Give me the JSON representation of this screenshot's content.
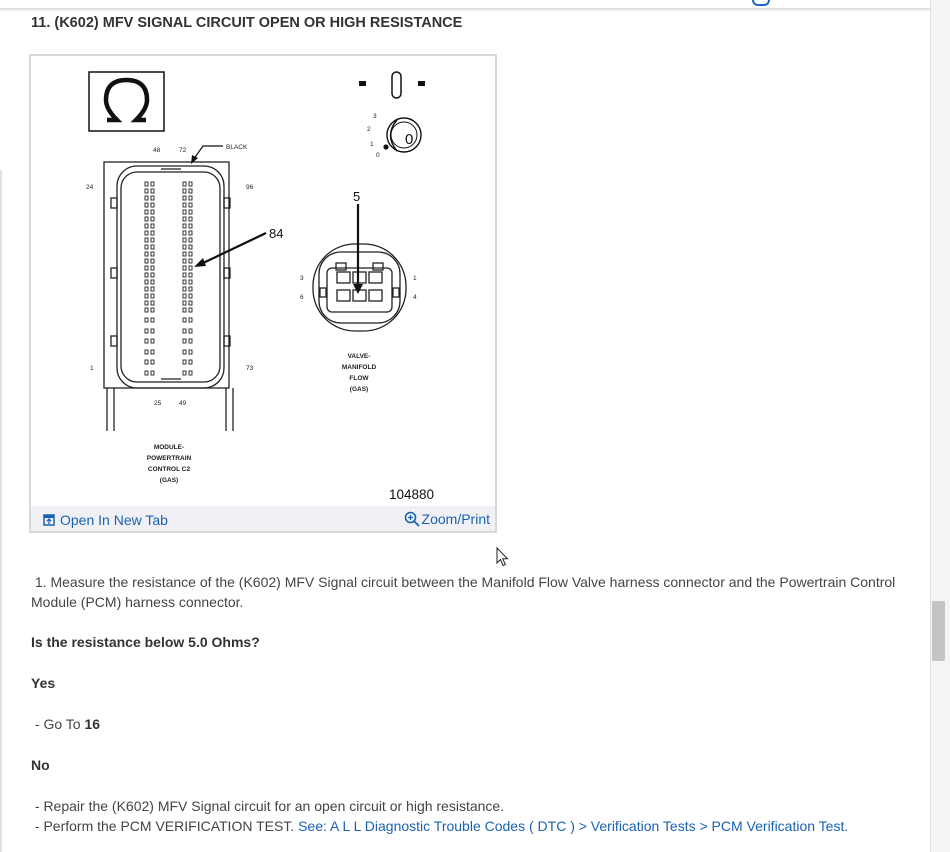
{
  "step": {
    "title": "11. (K602) MFV SIGNAL CIRCUIT OPEN OR HIGH RESISTANCE"
  },
  "figure": {
    "pcm_labels": {
      "pin48": "48",
      "pin72": "72",
      "black": "BLACK",
      "pin24": "24",
      "pin96": "96",
      "pin1": "1",
      "pin73": "73",
      "pin25": "25",
      "pin49": "49",
      "callout": "84"
    },
    "pcm_name": {
      "line1": "MODULE-",
      "line2": "POWERTRAIN",
      "line3": "CONTROL C2",
      "line4": "(GAS)"
    },
    "valve_labels": {
      "callout": "5",
      "pin3": "3",
      "pin6": "6",
      "pin1": "1",
      "pin4": "4"
    },
    "valve_name": {
      "line1": "VALVE-",
      "line2": "MANIFOLD",
      "line3": "FLOW",
      "line4": "(GAS)"
    },
    "ignition": {
      "pos3": "3",
      "pos2": "2",
      "pos1": "1",
      "pos0": "0",
      "key": "0"
    },
    "figure_id": "104880",
    "open_tab_label": "Open In New Tab",
    "zoom_label": "Zoom/Print"
  },
  "instruction": {
    "text": "1. Measure the resistance of the (K602) MFV Signal circuit between the Manifold Flow Valve harness connector and the Powertrain Control Module (PCM) harness connector."
  },
  "question": "Is the resistance below 5.0 Ohms?",
  "yes": {
    "label": "Yes",
    "goto_prefix": "- Go To ",
    "goto_step": "16"
  },
  "no": {
    "label": "No",
    "item1": "- Repair the (K602) MFV Signal circuit for an open circuit or high resistance.",
    "item2_prefix": "- Perform the PCM VERIFICATION TEST. ",
    "item2_link": "See: A L L Diagnostic Trouble Codes ( DTC ) > Verification Tests > PCM Verification Test",
    "item2_suffix": "."
  }
}
